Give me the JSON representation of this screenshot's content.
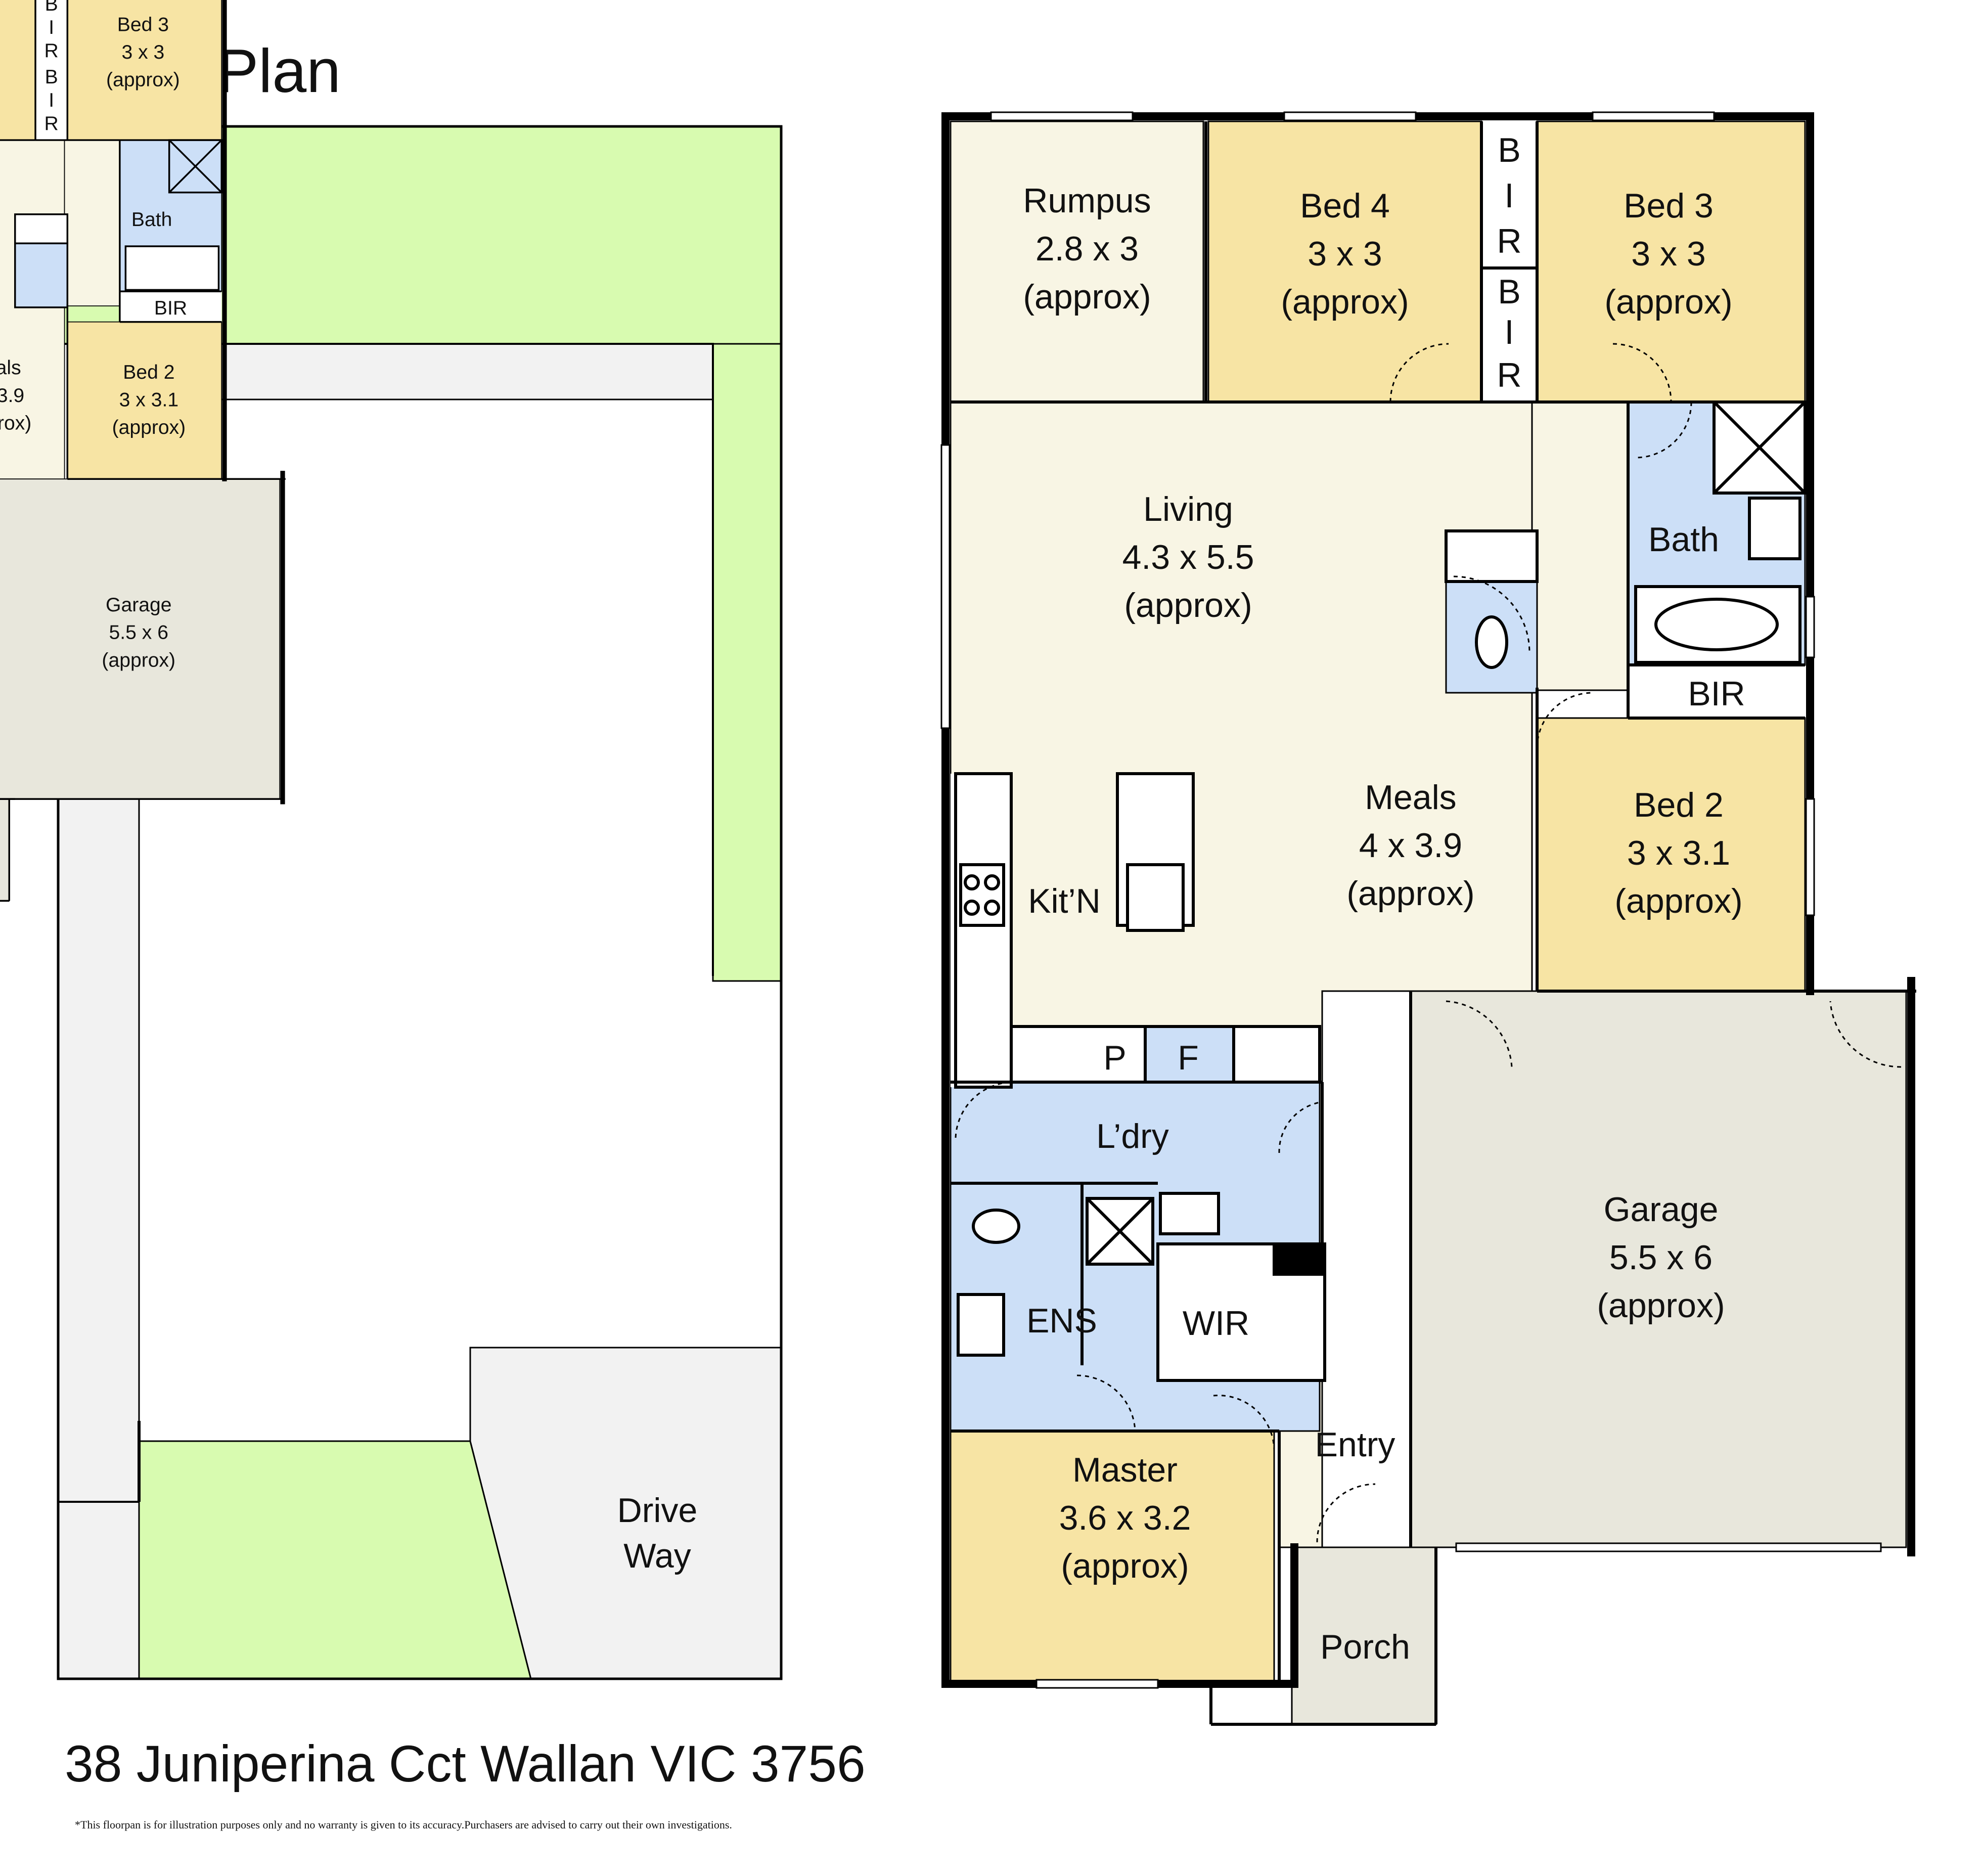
{
  "title": "Floor Plan",
  "address": "38 Juniperina Cct Wallan VIC 3756",
  "disclaimer": "*This floorpan is for illustration purposes only and no warranty is given to its accuracy.Purchasers are advised to carry out their own investigations.",
  "colors": {
    "bedroom": "#f7e4a4",
    "living": "#f8f5e4",
    "wet_area": "#ccdff7",
    "garage": "#e8e7dc",
    "lawn": "#d8fbb0",
    "path": "#f2f2f2",
    "wall": "#000000"
  },
  "rooms": {
    "rumpus": {
      "name": "Rumpus",
      "dims": "2.8 x 3",
      "approx": "(approx)"
    },
    "bed4": {
      "name": "Bed 4",
      "dims": "3 x 3",
      "approx": "(approx)"
    },
    "bed3": {
      "name": "Bed 3",
      "dims": "3 x 3",
      "approx": "(approx)"
    },
    "living": {
      "name": "Living",
      "dims": "4.3 x 5.5",
      "approx": "(approx)"
    },
    "meals": {
      "name": "Meals",
      "dims": "4 x 3.9",
      "approx": "(approx)"
    },
    "bed2": {
      "name": "Bed 2",
      "dims": "3 x 3.1",
      "approx": "(approx)"
    },
    "garage": {
      "name": "Garage",
      "dims": "5.5 x 6",
      "approx": "(approx)"
    },
    "master": {
      "name": "Master",
      "dims": "3.6 x 3.2",
      "approx": "(approx)"
    },
    "bath": "Bath",
    "bir": "BIR",
    "kitchen": "Kit’N",
    "laundry": "L’dry",
    "ensuite": "ENS",
    "wir": "WIR",
    "entry": "Entry",
    "porch": "Porch",
    "pantry": "P",
    "fridge": "F",
    "bir_v": [
      "B",
      "I",
      "R"
    ],
    "driveway": [
      "Drive",
      "Way"
    ]
  }
}
